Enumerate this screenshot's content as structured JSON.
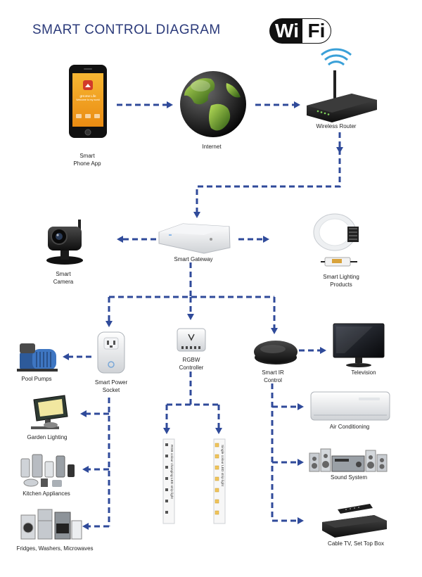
{
  "header": {
    "title": "SMART CONTROL DIAGRAM",
    "wifi_logo_left": "Wi",
    "wifi_logo_right": "Fi"
  },
  "nodes": {
    "phone": [
      "Smart",
      "Phone App"
    ],
    "internet": [
      "Internet"
    ],
    "router": [
      "Wireless Router"
    ],
    "camera": [
      "Smart",
      "Camera"
    ],
    "gateway": [
      "Smart Gateway"
    ],
    "lighting": [
      "Smart Lighting",
      "Products"
    ],
    "socket": [
      "Smart Power",
      "Socket"
    ],
    "rgbw": [
      "RGBW",
      "Controller"
    ],
    "ir": [
      "Smart IR",
      "Control"
    ],
    "pool": [
      "Pool Pumps"
    ],
    "garden": [
      "Garden Lighting"
    ],
    "kitchen": [
      "Kitchen Appliances"
    ],
    "fridges": [
      "Fridges, Washers, Microwaves"
    ],
    "tv": [
      "Television"
    ],
    "ac": [
      "Air Conditioning"
    ],
    "sound": [
      "Sound System"
    ],
    "cable": [
      "Cable TV, Set Top Box"
    ]
  },
  "strip_labels": {
    "rgb_strip": "RGB colour changing LED strip light",
    "single_strip": "Single colour LED strip light"
  },
  "phone_screen": {
    "app_name": "gHome Life",
    "app_sub": "Welcome to my world"
  },
  "colors": {
    "connector": "#2f4a9a",
    "title": "#2b3a7a",
    "phone_screen": "#f2a31b"
  }
}
